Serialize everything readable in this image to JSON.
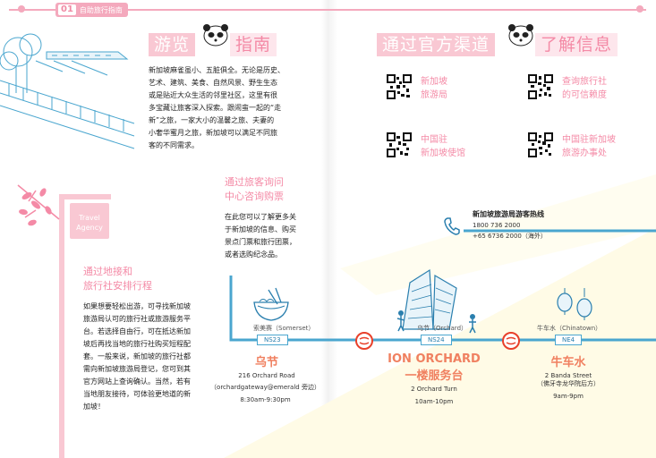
{
  "header": {
    "page_num": "01",
    "tag_text": "自助旅行指南"
  },
  "guide": {
    "title_a": "游览",
    "title_b": "指南",
    "body": [
      "新加坡麻雀虽小、五脏俱全。无论是历史、",
      "艺术、建筑、美食、自然风景、野生生态",
      "或是贴近大众生活的邻里社区，这里有很",
      "多宝藏让旅客深入探索。跟闹蛮一起的“走",
      "新”之旅，一家大小的温馨之旅、夫妻的",
      "小奢华蜜月之旅，新加坡可以满足不同旅",
      "客的不同需求。"
    ]
  },
  "official": {
    "title_a": "通过官方渠道",
    "title_b": "了解信息",
    "items": [
      {
        "line1": "新加坡",
        "line2": "旅游局"
      },
      {
        "line1": "查询旅行社",
        "line2": "的可信赖度"
      },
      {
        "line1": "中国驻",
        "line2": "新加坡使馆"
      },
      {
        "line1": "中国驻新加坡",
        "line2": "旅游办事处"
      }
    ]
  },
  "agency_sign": {
    "line1": "Travel",
    "line2": "Agency"
  },
  "center": {
    "heading1": "通过旅客询问",
    "heading2": "中心咨询购票",
    "body": [
      "在此您可以了解更多关",
      "于新加坡的信息、购买",
      "景点门票和旅行团票，",
      "或者选购纪念品。"
    ]
  },
  "hotline": {
    "title": "新加坡旅游局游客热线",
    "number1": "1800 736 2000",
    "number2": "+65 6736 2000（海外）"
  },
  "agency": {
    "heading1": "通过地接和",
    "heading2": "旅行社安排行程",
    "body": [
      "如果想要轻松出游，可寻找新加坡",
      "旅游局认可的旅行社或旅游服务平",
      "台。若选择自由行，可在抵达新加",
      "坡后再找当地的旅行社购买短程配",
      "套。一般来说，新加坡的旅行社都",
      "需向新加坡旅游局登记，您可到其",
      "官方网站上查询确认。当然，若有",
      "当地朋友接待，可体验更地道的新",
      "加坡！"
    ]
  },
  "stations": [
    {
      "name": "索美赛（Somerset）",
      "code": "NS23",
      "title": "乌节",
      "sub": "",
      "address": "216 Orchard Road",
      "note": "（orchardgateway@emerald 旁边）",
      "hours": "8:30am-9:30pm"
    },
    {
      "name": "乌节（Orchard）",
      "code": "NS24",
      "title": "ION ORCHARD",
      "sub": "一楼服务台",
      "address": "2 Orchard Turn",
      "note": "",
      "hours": "10am-10pm"
    },
    {
      "name": "牛车水（Chinatown）",
      "code": "NE4",
      "title": "牛车水",
      "sub": "",
      "address": "2 Banda Street",
      "note": "（佛牙寺龙华院后方）",
      "hours": "9am-9pm"
    }
  ],
  "colors": {
    "pink": "#f48aa6",
    "blue": "#4aa6cf",
    "orange": "#f08060",
    "mrt_red": "#e8402a"
  }
}
